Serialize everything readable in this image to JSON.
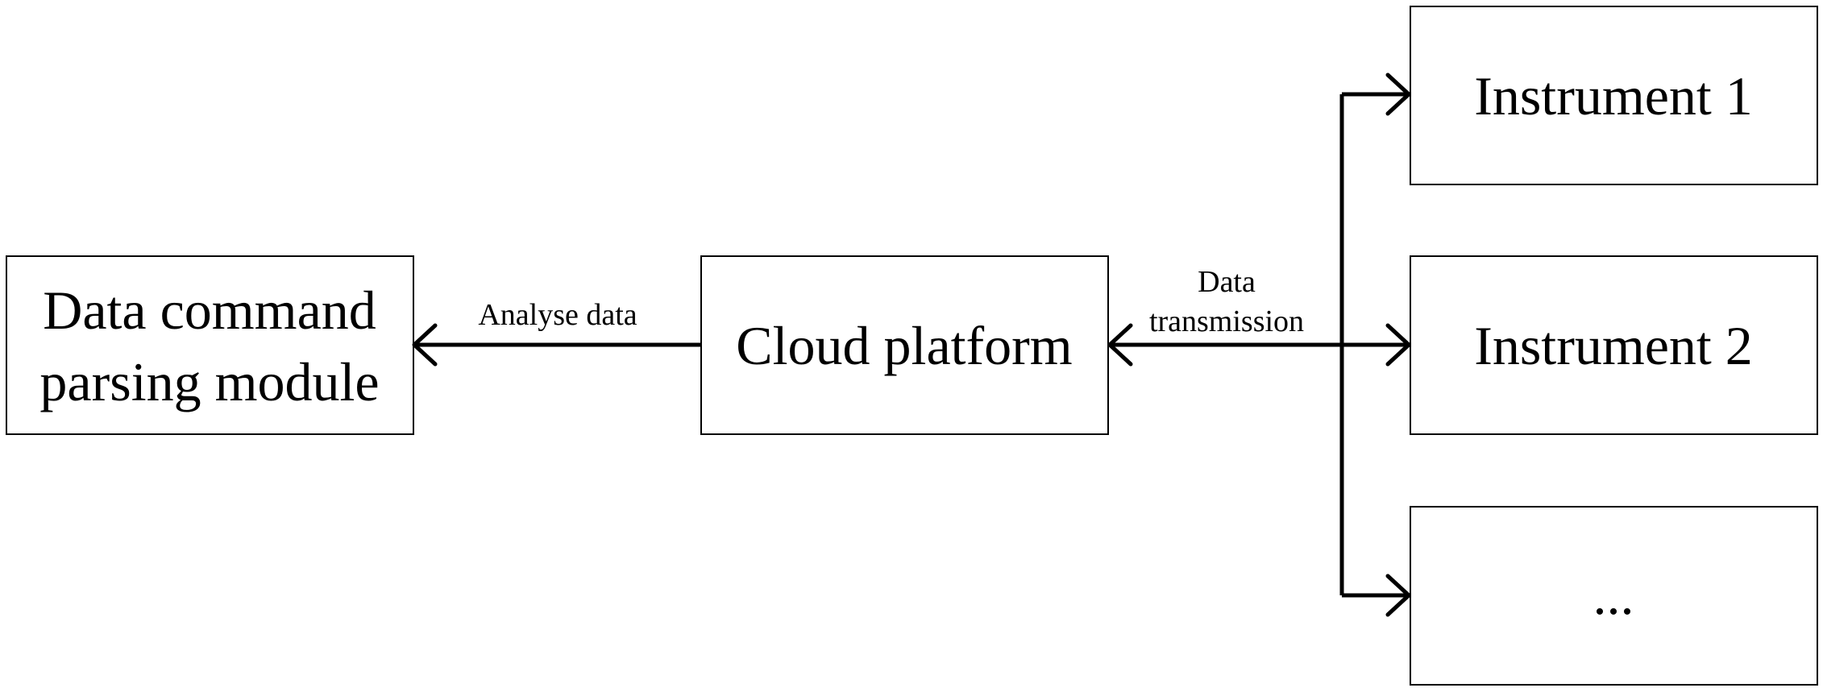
{
  "nodes": {
    "parser": {
      "line1": "Data command",
      "line2": "parsing module"
    },
    "cloud": {
      "label": "Cloud platform"
    },
    "instrument1": {
      "label": "Instrument 1"
    },
    "instrument2": {
      "label": "Instrument 2"
    },
    "instrument_more": {
      "label": "..."
    }
  },
  "edges": {
    "analyse": {
      "label": "Analyse data"
    },
    "transmission": {
      "line1": "Data",
      "line2": "transmission"
    }
  }
}
